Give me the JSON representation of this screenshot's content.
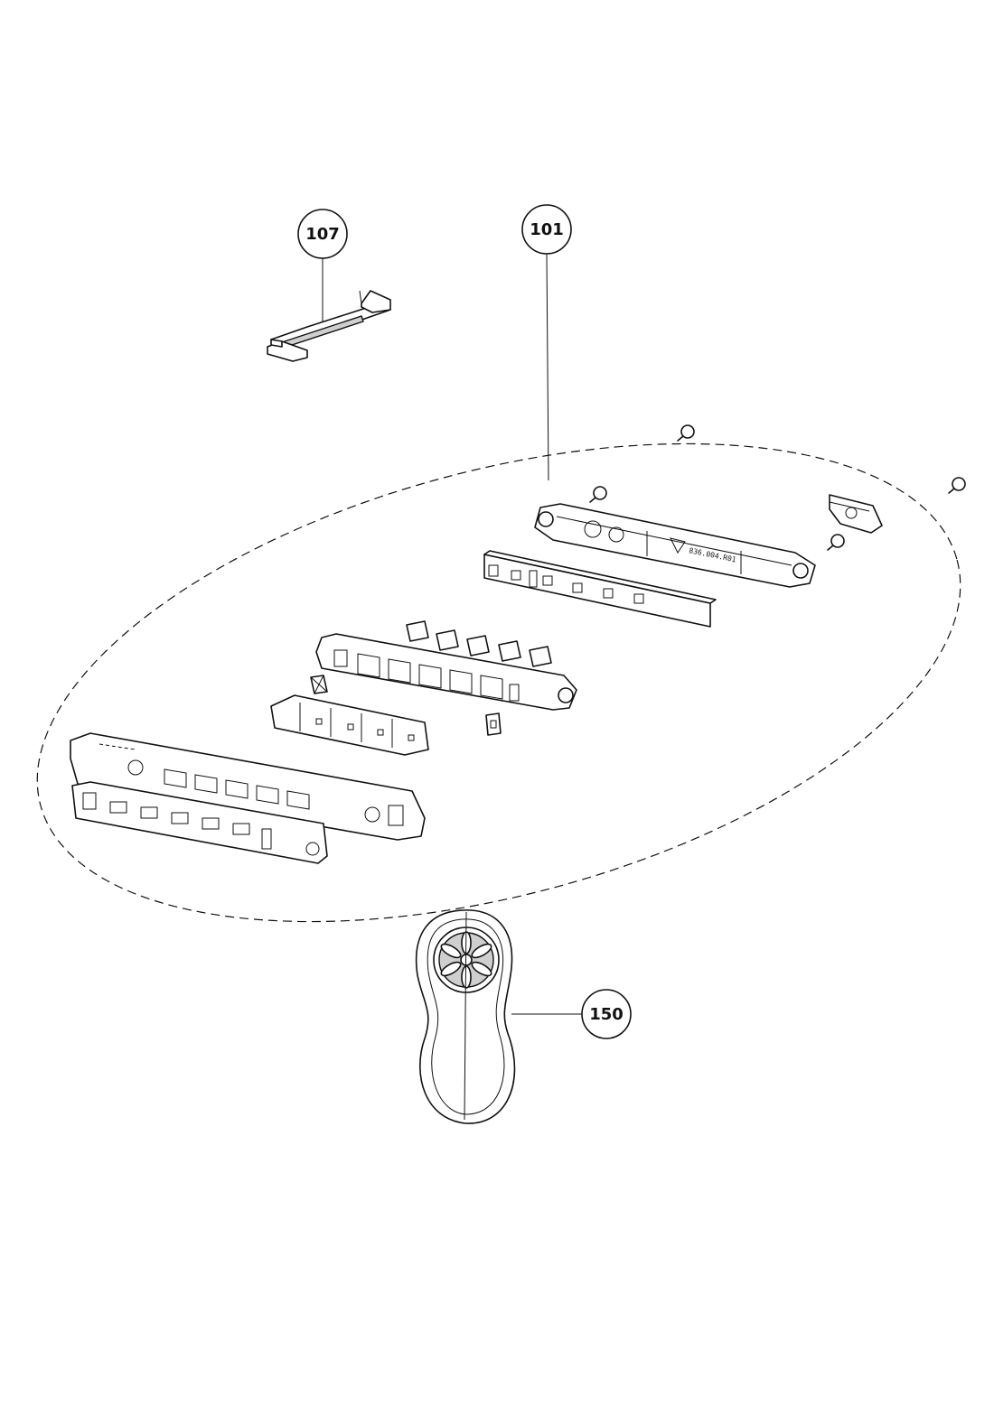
{
  "callouts": {
    "c107": "107",
    "c101": "101",
    "c150": "150"
  },
  "markings": {
    "pcb_code": "836.004.R01"
  },
  "colors": {
    "line": "#111111",
    "background": "#ffffff",
    "fill_gray": "#cfcfcf"
  }
}
